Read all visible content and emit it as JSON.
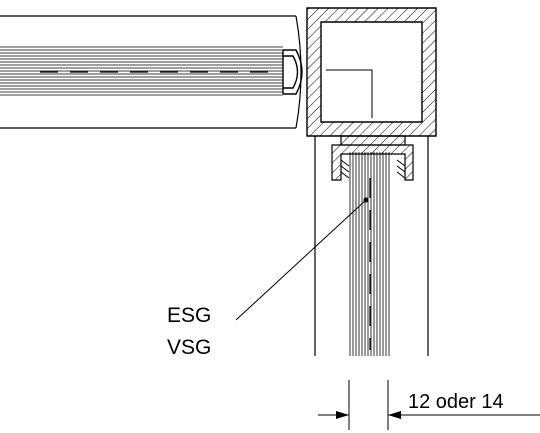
{
  "labels": {
    "glass_type_1": "ESG",
    "glass_type_2": "VSG"
  },
  "dimension": {
    "text": "12 oder 14"
  },
  "colors": {
    "line": "#000000",
    "background": "#ffffff"
  }
}
